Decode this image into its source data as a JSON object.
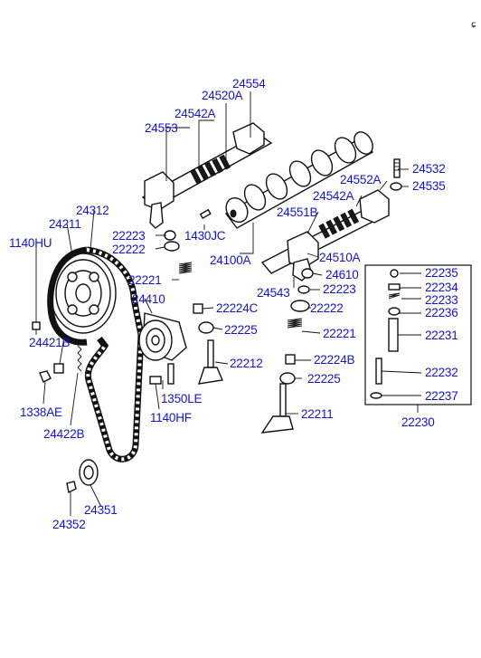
{
  "corner_mark": "ɕ",
  "labels": {
    "l24554": "24554",
    "l24520A": "24520A",
    "l24542A_top": "24542A",
    "l24553": "24553",
    "l24532": "24532",
    "l24552A": "24552A",
    "l24535": "24535",
    "l24542A_right": "24542A",
    "l24312": "24312",
    "l24211": "24211",
    "l24551B": "24551B",
    "l1140HU": "1140HU",
    "l22223_left": "22223",
    "l22222_left": "22222",
    "l1430JC": "1430JC",
    "l24510A": "24510A",
    "l24100A": "24100A",
    "l22235": "22235",
    "l24610": "24610",
    "l22221_left": "22221",
    "l24543": "24543",
    "l22223_right": "22223",
    "l22234": "22234",
    "l22233": "22233",
    "l24410": "24410",
    "l22222_right": "22222",
    "l22236": "22236",
    "l22224C": "22224C",
    "l24421B": "24421B",
    "l22225_left": "22225",
    "l22221_right": "22221",
    "l22231": "22231",
    "l22212": "22212",
    "l22224B": "22224B",
    "l22232": "22232",
    "l22225_right": "22225",
    "l1350LE": "1350LE",
    "l22237": "22237",
    "l1338AE": "1338AE",
    "l1140HF": "1140HF",
    "l22211": "22211",
    "l22230": "22230",
    "l24422B": "24422B",
    "l24351": "24351",
    "l24352": "24352"
  }
}
